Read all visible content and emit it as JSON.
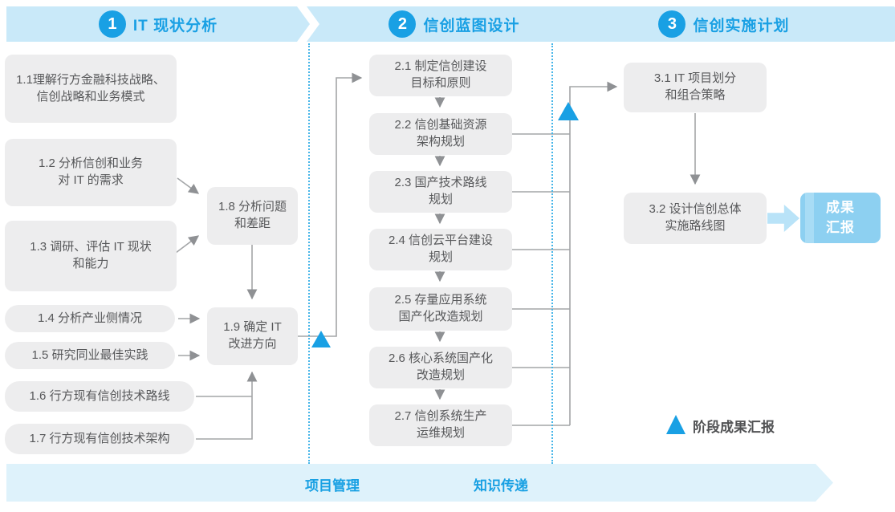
{
  "banners": [
    {
      "number": "1",
      "label": "IT 现状分析"
    },
    {
      "number": "2",
      "label": "信创蓝图设计"
    },
    {
      "number": "3",
      "label": "信创实施计划"
    }
  ],
  "phase1": {
    "boxes": [
      {
        "text": "1.1理解行方金融科技战略、\n信创战略和业务模式"
      },
      {
        "text": "1.2 分析信创和业务\n对 IT 的需求"
      },
      {
        "text": "1.3 调研、评估 IT 现状\n和能力"
      },
      {
        "text": "1.4 分析产业侧情况"
      },
      {
        "text": "1.5 研究同业最佳实践"
      },
      {
        "text": "1.6 行方现有信创技术路线"
      },
      {
        "text": "1.7 行方现有信创技术架构"
      },
      {
        "text": "1.8 分析问题\n和差距"
      },
      {
        "text": "1.9 确定 IT\n改进方向"
      }
    ]
  },
  "phase2": {
    "boxes": [
      {
        "text": "2.1 制定信创建设\n目标和原则"
      },
      {
        "text": "2.2 信创基础资源\n架构规划"
      },
      {
        "text": "2.3 国产技术路线\n规划"
      },
      {
        "text": "2.4 信创云平台建设\n规划"
      },
      {
        "text": "2.5 存量应用系统\n国产化改造规划"
      },
      {
        "text": "2.6 核心系统国产化\n改造规划"
      },
      {
        "text": "2.7 信创系统生产\n运维规划"
      }
    ]
  },
  "phase3": {
    "boxes": [
      {
        "text": "3.1 IT 项目划分\n和组合策略"
      },
      {
        "text": "3.2 设计信创总体\n实施路线图"
      }
    ],
    "result": "成果\n汇报"
  },
  "legend": {
    "label": "阶段成果汇报"
  },
  "footer": {
    "left_label": "项目管理",
    "right_label": "知识传递"
  },
  "colors": {
    "accent_blue": "#19a0e4",
    "banner_fill": "#c9e9f9",
    "box_fill": "#ededee",
    "box_text": "#57585a",
    "connector_grey": "#a3a5a7",
    "result_fill": "#8dd0f1",
    "footer_fill": "#def2fb",
    "dotted_line": "#45b5e8"
  }
}
